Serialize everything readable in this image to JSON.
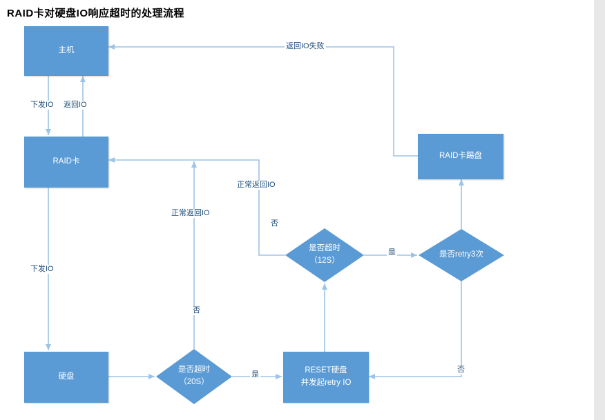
{
  "title": "RAID卡对硬盘IO响应超时的处理流程",
  "colors": {
    "node_fill": "#5B9BD5",
    "node_text": "#FFFFFF",
    "arrow": "#9DC3E6",
    "edge_label_text": "#1F4E79",
    "title_text": "#000000"
  },
  "nodes": {
    "host": {
      "label": "主机"
    },
    "raid": {
      "label": "RAID卡"
    },
    "disk": {
      "label": "硬盘"
    },
    "reset": {
      "line1": "RESET硬盘",
      "line2": "并发起retry IO"
    },
    "kick": {
      "label": "RAID卡踢盘"
    },
    "timeout20": {
      "line1": "是否超时",
      "line2": "（20S）"
    },
    "timeout12": {
      "line1": "是否超时",
      "line2": "（12S）"
    },
    "retry3": {
      "label": "是否retry3次"
    }
  },
  "edge_labels": {
    "send_io_top": "下发IO",
    "return_io": "返回IO",
    "send_io_bottom": "下发IO",
    "return_io_fail": "返回IO失败",
    "normal_return_left": "正常返回IO",
    "no_left": "否",
    "normal_return_mid": "正常返回IO",
    "no_mid": "否",
    "yes_20s": "是",
    "yes_12s": "是",
    "no_retry": "否"
  }
}
